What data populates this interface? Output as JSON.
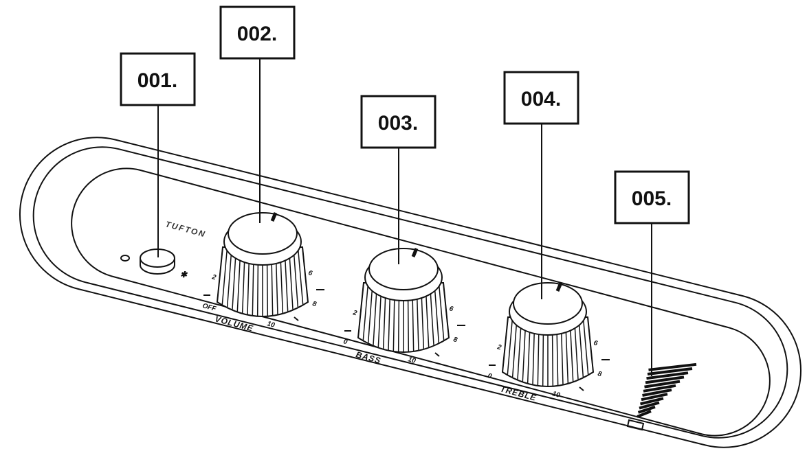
{
  "brand": "TUFTON",
  "callouts": [
    {
      "label": "001.",
      "target": "bluetooth-button"
    },
    {
      "label": "002.",
      "target": "volume-knob"
    },
    {
      "label": "003.",
      "target": "bass-knob"
    },
    {
      "label": "004.",
      "target": "treble-knob"
    },
    {
      "label": "005.",
      "target": "battery-indicator"
    }
  ],
  "knobs": [
    {
      "name": "VOLUME",
      "scale": [
        "OFF",
        "2",
        "6",
        "8",
        "10"
      ]
    },
    {
      "name": "BASS",
      "scale": [
        "0",
        "2",
        "6",
        "8",
        "10"
      ]
    },
    {
      "name": "TREBLE",
      "scale": [
        "0",
        "2",
        "6",
        "8",
        "10"
      ]
    }
  ],
  "colors": {
    "line": "#111111",
    "background": "#ffffff"
  }
}
